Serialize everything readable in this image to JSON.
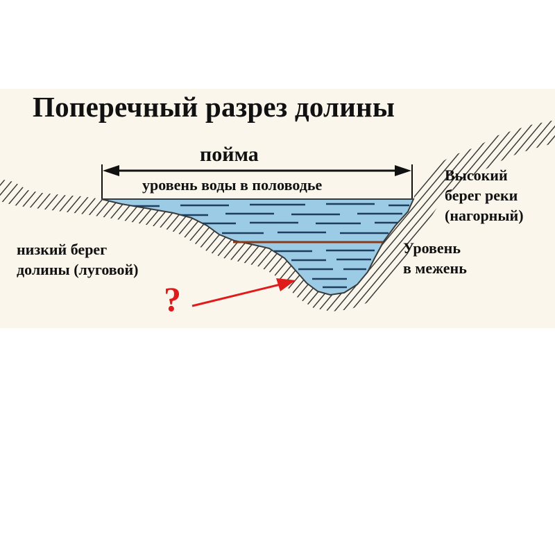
{
  "diagram": {
    "title": "Поперечный разрез долины",
    "floodplain_label": "пойма",
    "flood_water_level_label": "уровень воды в половодье",
    "high_bank_label": "Высокий\nберег реки\n(нагорный)",
    "low_bank_label": "низкий берег\nдолины (луговой)",
    "low_water_level_label": "Уровень\nв межень",
    "question_mark": "?",
    "colors": {
      "background": "#fbf6ec",
      "water": "#9ccbe6",
      "water_lines": "#1f3d5c",
      "ground": "#3a3a3a",
      "low_water_line": "#8a3a1a",
      "pointer_arrow": "#e01b1b"
    }
  }
}
